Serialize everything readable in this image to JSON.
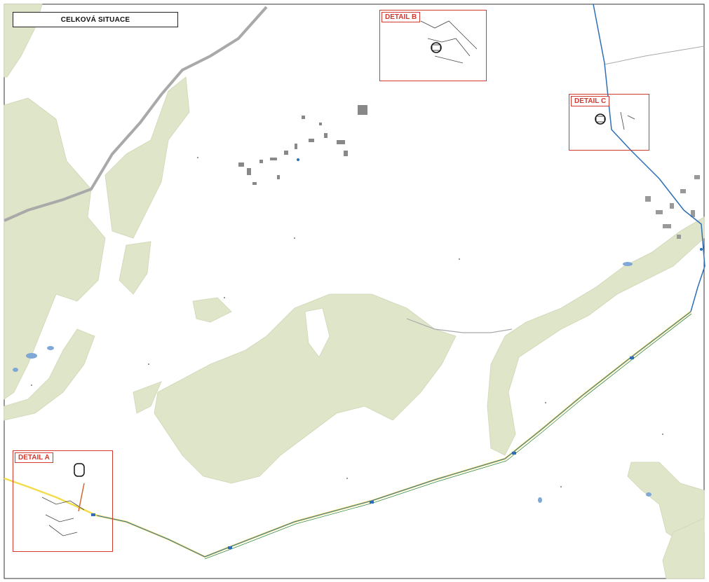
{
  "map": {
    "title": "CELKOVÁ SITUACE",
    "details": [
      {
        "id": "a",
        "label": "DETAIL A"
      },
      {
        "id": "b",
        "label": "DETAIL B"
      },
      {
        "id": "c",
        "label": "DETAIL C"
      }
    ],
    "colors": {
      "forest": "#dfe5c9",
      "forest_edge": "#c9d3ad",
      "road": "#a9a9a9",
      "route_blue": "#2f6fb5",
      "route_green": "#3a8a43",
      "route_yellow": "#f2dc4a",
      "detail_frame": "#d23a2f",
      "water": "#7fa8d6"
    }
  }
}
